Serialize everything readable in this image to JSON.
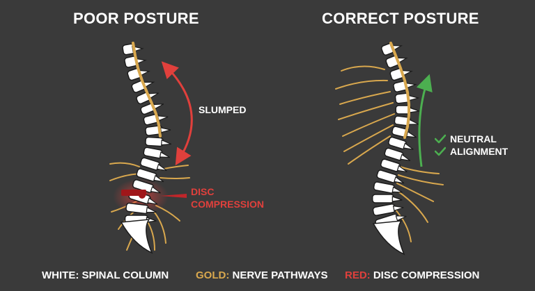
{
  "titles": {
    "left": "POOR POSTURE",
    "right": "CORRECT POSTURE"
  },
  "annotations": {
    "slumped": "SLUMPED",
    "disc_line1": "DISC",
    "disc_line2": "COMPRESSION",
    "neutral_line1": "NEUTRAL",
    "neutral_line2": "ALIGNMENT"
  },
  "legend": {
    "white_key": "WHITE:",
    "white_desc": "SPINAL COLUMN",
    "gold_key": "GOLD:",
    "gold_desc": "NERVE PATHWAYS",
    "red_key": "RED:",
    "red_desc": "DISC COMPRESSION"
  },
  "colors": {
    "background": "#3a3a3a",
    "bone": "#ffffff",
    "nerve": "#d9a84e",
    "compression": "#e0403c",
    "alignment": "#4caf50",
    "outline": "#1b1b1b"
  },
  "icons": [
    "check-icon",
    "curved-arrow-icon",
    "upward-arrow-icon",
    "pointer-arrow-icon"
  ]
}
